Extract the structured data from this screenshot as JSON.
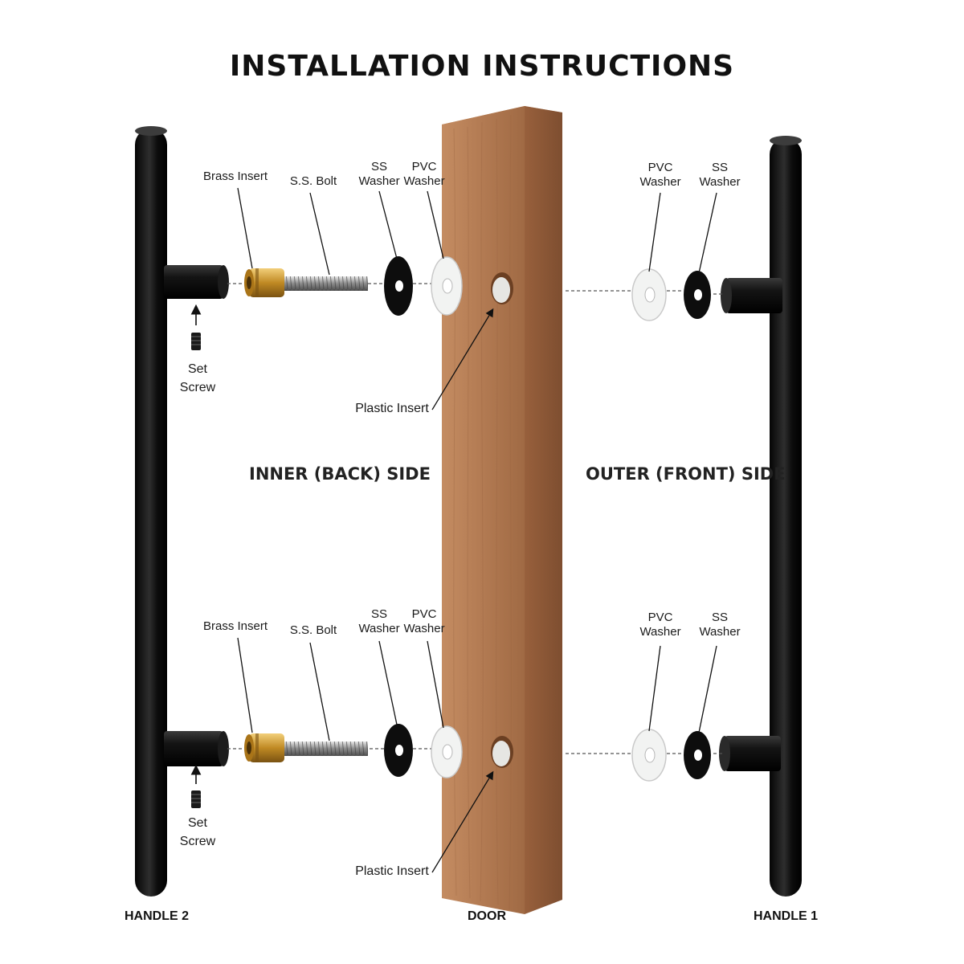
{
  "title": "INSTALLATION INSTRUCTIONS",
  "sides": {
    "inner": "INNER (BACK) SIDE",
    "outer": "OUTER (FRONT) SIDE"
  },
  "footer": {
    "handle2": "HANDLE 2",
    "door": "DOOR",
    "handle1": "HANDLE 1"
  },
  "parts": {
    "brass_insert": "Brass Insert",
    "ss_bolt": "S.S. Bolt",
    "ss_washer": [
      "SS",
      "Washer"
    ],
    "pvc_washer": [
      "PVC",
      "Washer"
    ],
    "set_screw": [
      "Set",
      "Screw"
    ],
    "plastic_insert": "Plastic Insert"
  },
  "colors": {
    "handle": "#141414",
    "brass": "#c9962e",
    "wood": "#b27a52",
    "wood_side": "#8f5a38",
    "pvc": "#eef0f0"
  }
}
